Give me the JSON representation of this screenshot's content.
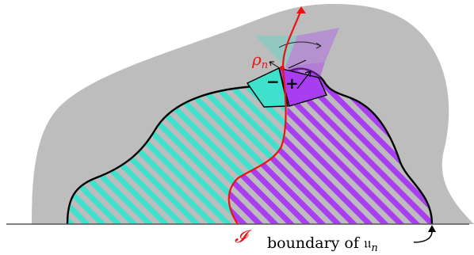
{
  "labels": {
    "rho_symbol": "ρ",
    "rho_subscript": "n",
    "minus_sign": "−",
    "plus_sign": "+",
    "interface_symbol": "𝓘",
    "boundary_text": "boundary of ",
    "boundary_symbol": "𝔲",
    "boundary_subscript": "n"
  },
  "colors": {
    "gray_region": "#bdbdbd",
    "cyan": "#3fe0cc",
    "purple": "#a93ef0",
    "red_curve": "#ee1111",
    "stripe_light": "#bcbcbc"
  }
}
